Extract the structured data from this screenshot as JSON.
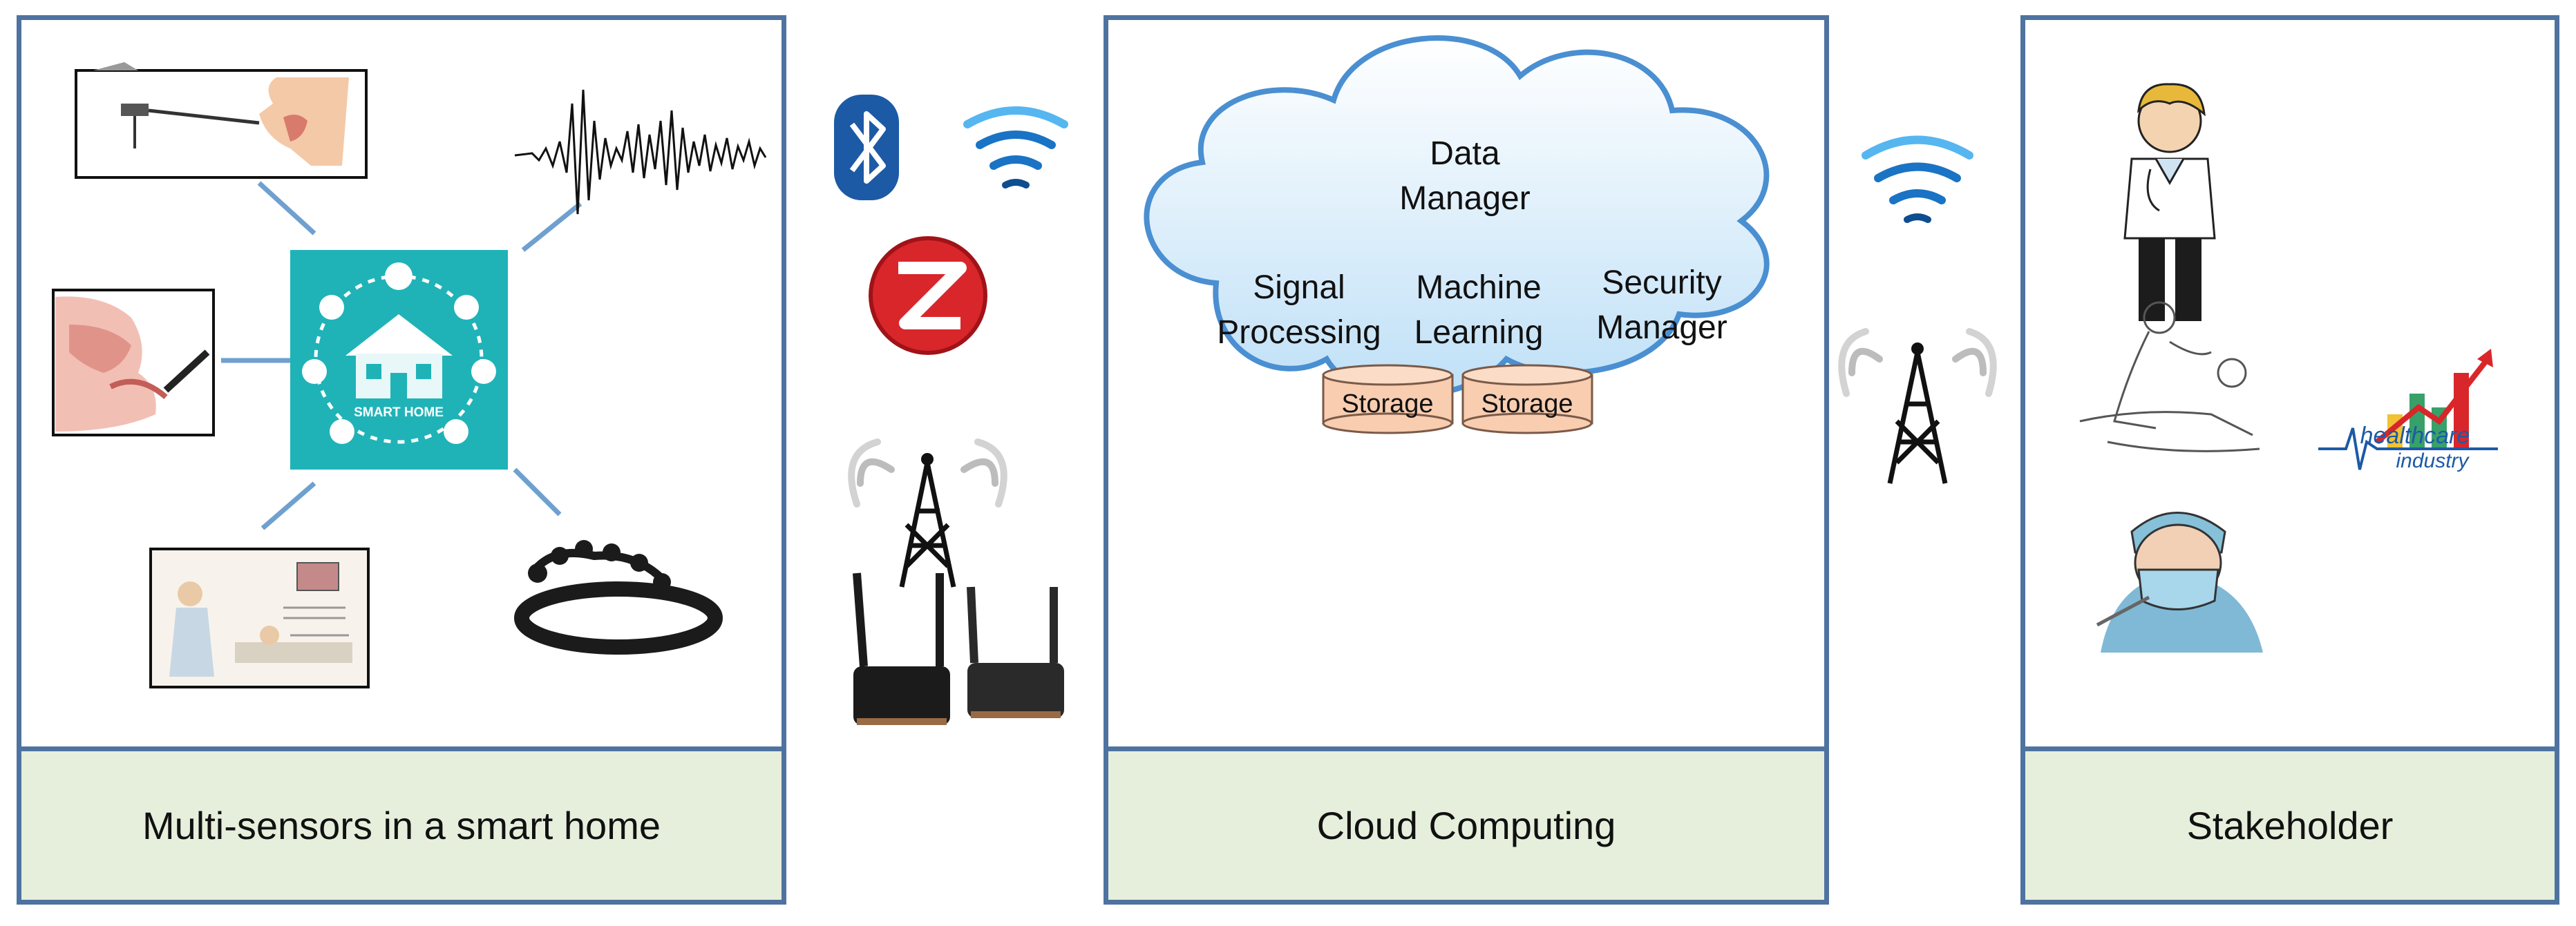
{
  "panels": {
    "left": {
      "caption": "Multi-sensors in a smart home"
    },
    "middle": {
      "caption": "Cloud Computing"
    },
    "right": {
      "caption": "Stakeholder"
    }
  },
  "smart_home": {
    "label": "SMART HOME"
  },
  "cloud": {
    "data_manager": [
      "Data",
      "Manager"
    ],
    "signal_processing": [
      "Signal",
      "Processing"
    ],
    "machine_learning": [
      "Machine",
      "Learning"
    ],
    "security_manager": [
      "Security",
      "Manager"
    ],
    "storage_labels": [
      "Storage",
      "Storage"
    ]
  },
  "healthcare_logo": {
    "line1": "healthcare",
    "line2": "industry"
  },
  "colors": {
    "panel_border": "#4f73a0",
    "footer_fill": "#e6efdc",
    "connector": "#6fa0cf",
    "smart_home_tile": "#1fb3b8",
    "cloud_fill": "#dbeefa",
    "cloud_stroke": "#4a8fd1",
    "storage_fill": "#f8cdb0",
    "wifi_blue": "#1a73c4",
    "bluetooth": "#1c5aa6",
    "zigbee_red": "#d9262b"
  },
  "icons": [
    "ultrasound-probe-icon",
    "waveform-icon",
    "endoscopy-icon",
    "smart-home-hub-icon",
    "clinical-exam-icon",
    "eeg-headset-icon",
    "bluetooth-icon",
    "wifi-icon",
    "zigbee-icon",
    "cell-tower-icon",
    "wireless-router-icon",
    "doctor-icon",
    "physician-examining-icon",
    "surgeon-icon",
    "healthcare-industry-logo"
  ]
}
